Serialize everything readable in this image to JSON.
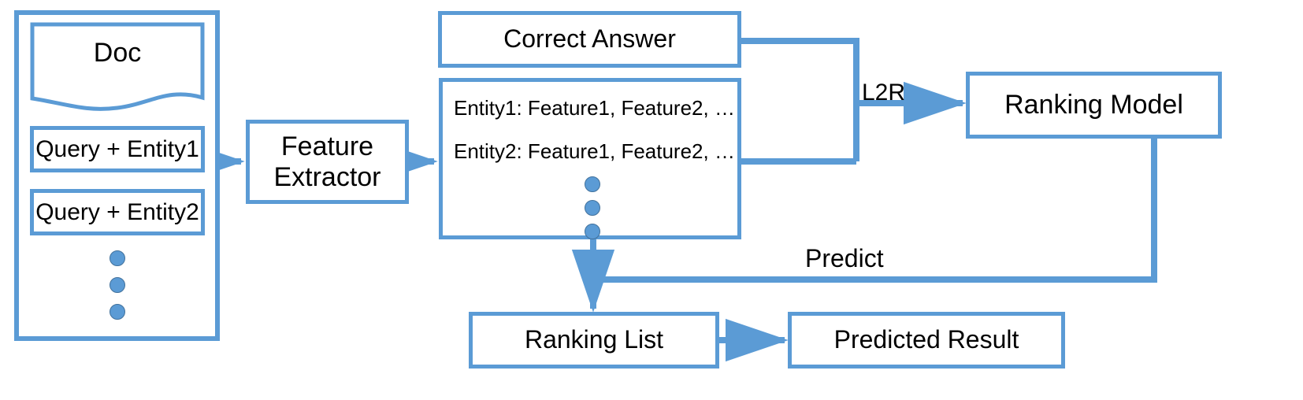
{
  "diagram": {
    "title": "Entity ranking pipeline",
    "accent_color": "#5B9BD5",
    "background_color": "#FFFFFF",
    "text_color": "#000000"
  },
  "input_container": {
    "name": "input-group",
    "doc_label": "Doc",
    "query_items": [
      "Query + Entity1",
      "Query + Entity2"
    ],
    "ellipsis_dots": 3
  },
  "nodes": {
    "feature_extractor": "Feature\nExtractor",
    "correct_answer": "Correct Answer",
    "ranking_model": "Ranking Model",
    "ranking_list": "Ranking List",
    "predicted_result": "Predicted Result"
  },
  "feature_box": {
    "lines": [
      "Entity1: Feature1, Feature2, …",
      "Entity2: Feature1, Feature2, …"
    ],
    "ellipsis_dots": 3
  },
  "edge_labels": {
    "l2r": "L2R",
    "predict": "Predict"
  }
}
